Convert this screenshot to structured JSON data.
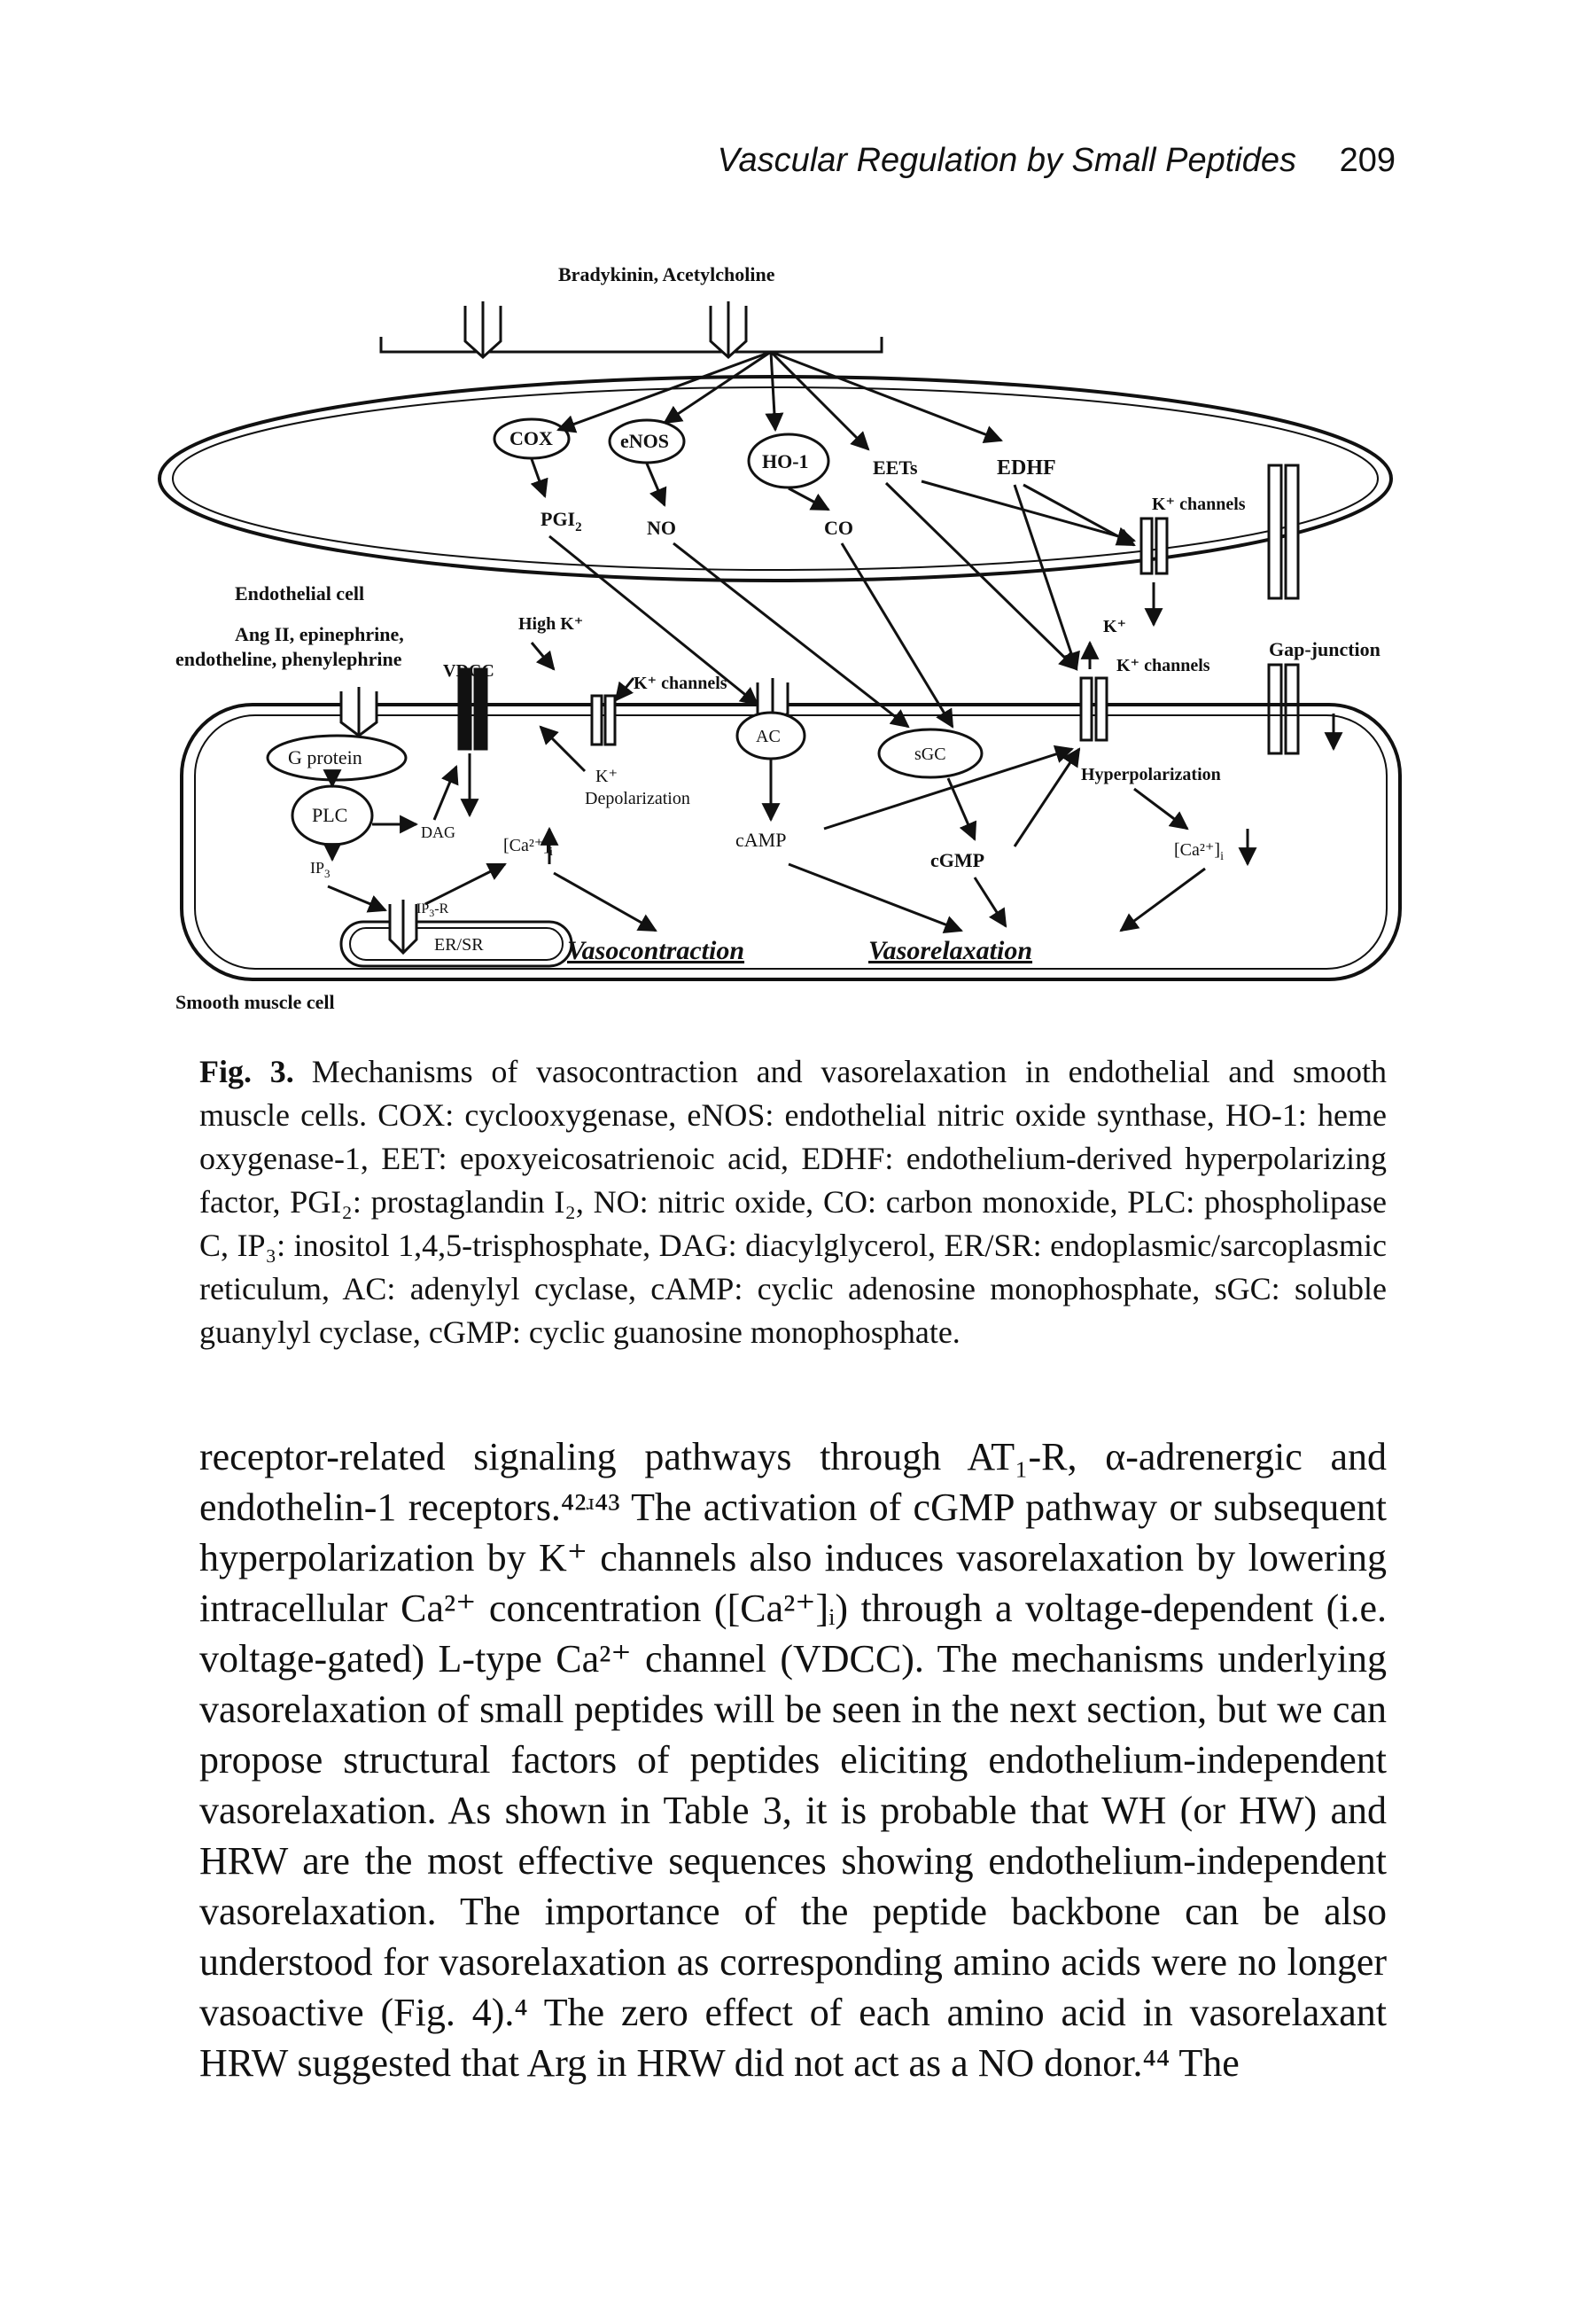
{
  "header": {
    "running_title": "Vascular Regulation by Small Peptides",
    "page_number": "209"
  },
  "figure": {
    "labels": {
      "bradykinin": "Bradykinin, Acetylcholine",
      "cox": "COX",
      "enos": "eNOS",
      "ho1": "HO-1",
      "eets": "EETs",
      "edhf": "EDHF",
      "pgi2": "PGI",
      "pgi2_sub": "2",
      "no": "NO",
      "co": "CO",
      "k_channels_endo": "K⁺ channels",
      "endothelial_cell": "Endothelial cell",
      "ang_line1": "Ang II, epinephrine,",
      "ang_line2": "endotheline, phenylephrine",
      "high_k": "High K⁺",
      "vdcc": "VDCC",
      "k_channels_mid": "K⁺ channels",
      "k_plus": "K⁺",
      "k_channels_smc": "K⁺ channels",
      "gap_junction": "Gap-junction",
      "g_protein": "G protein",
      "plc": "PLC",
      "dag": "DAG",
      "ip3": "IP",
      "ip3_sub": "3",
      "ip3r": "IP",
      "ip3r_sub": "3",
      "ip3r_suffix": "-R",
      "er_sr": "ER/SR",
      "k_plus_smc": "K⁺",
      "depolarization": "Depolarization",
      "ca_left": "[Ca²⁺]",
      "ca_left_sub": "i",
      "ac": "AC",
      "camp": "cAMP",
      "sgc": "sGC",
      "cgmp": "cGMP",
      "hyperpolarization": "Hyperpolarization",
      "ca_right": "[Ca²⁺]",
      "ca_right_sub": "i",
      "vasocontraction": "Vasocontraction",
      "vasorelaxation": "Vasorelaxation",
      "smooth_muscle_cell": "Smooth muscle cell"
    }
  },
  "caption": {
    "label": "Fig. 3.",
    "text": "Mechanisms of vasocontraction and vasorelaxation in endothelial and smooth muscle cells. COX: cyclooxygenase, eNOS: endothelial nitric oxide synthase, HO-1: heme oxygenase-1, EET: epoxyeicosatrienoic acid, EDHF: endothelium-derived hyperpolarizing factor, PGI₂: prostaglandin I₂, NO: nitric oxide, CO: carbon monoxide, PLC: phospholipase C, IP₃: inositol 1,4,5-trisphosphate, DAG: diacylglycerol, ER/SR: endoplasmic/sarcoplasmic reticulum, AC: adenylyl cyclase, cAMP: cyclic adenosine monophosphate, sGC: soluble guanylyl cyclase, cGMP: cyclic guanosine monophosphate."
  },
  "body": {
    "paragraph": "receptor-related signaling pathways through AT₁-R, α-adrenergic and endothelin-1 receptors.⁴²ʴ⁴³ The activation of cGMP pathway or subsequent hyperpolarization by K⁺ channels also induces vasorelaxation by lowering intracellular Ca²⁺ concentration ([Ca²⁺]ᵢ) through a voltage-dependent (i.e. voltage-gated) L-type Ca²⁺ channel (VDCC). The mechanisms underlying vasorelaxation of small peptides will be seen in the next section, but we can propose structural factors of peptides eliciting endothelium-independent vasorelaxation. As shown in Table 3, it is probable that WH (or HW) and HRW are the most effective sequences showing endothelium-independent vasorelaxation. The importance of the peptide backbone can be also understood for vasorelaxation as corresponding amino acids were no longer vasoactive (Fig. 4).⁴ The zero effect of each amino acid in vasorelaxant HRW suggested that Arg in HRW did not act as a NO donor.⁴⁴ The"
  }
}
